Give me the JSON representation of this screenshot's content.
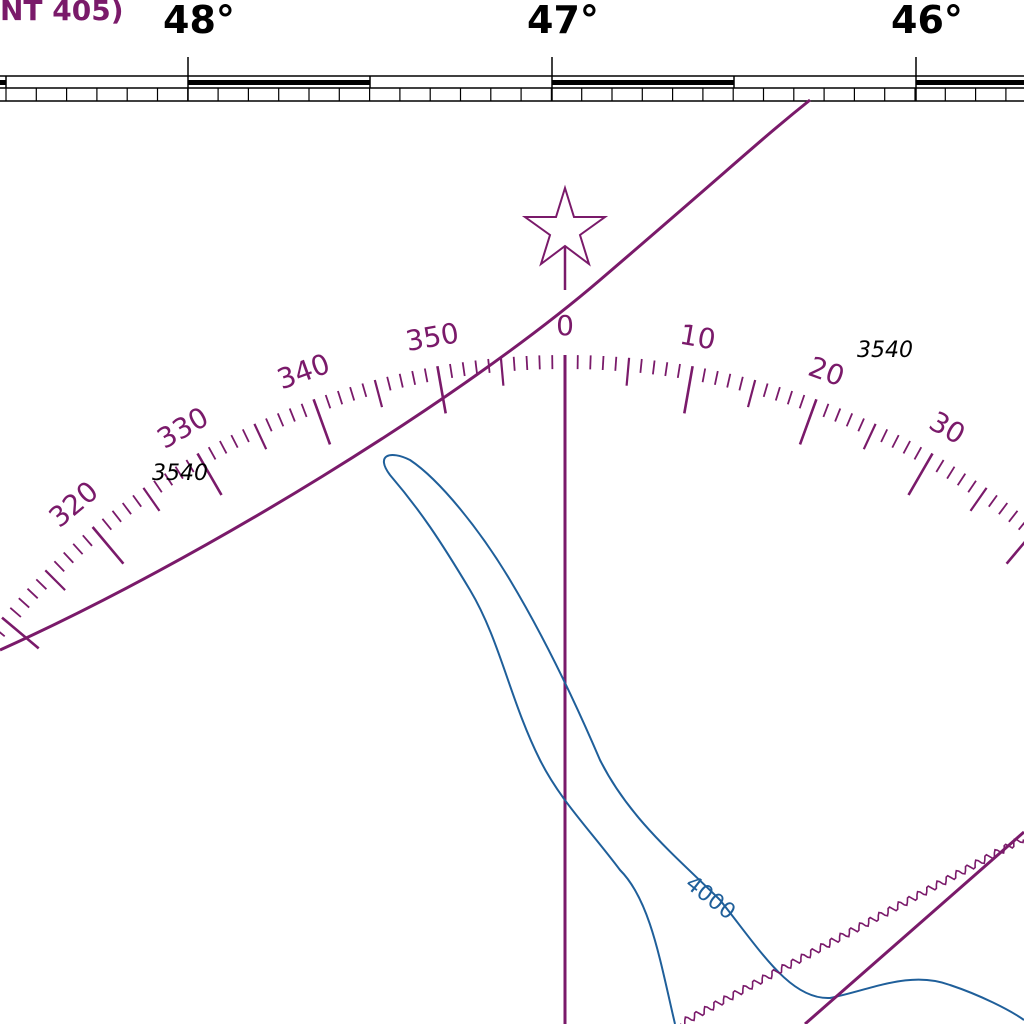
{
  "chart": {
    "title_fragment": "NT 405)",
    "colors": {
      "magenta": "#7a1a6a",
      "black": "#000000",
      "contour": "#1f5f9a",
      "background": "#ffffff"
    }
  },
  "longitude_labels": [
    "48°",
    "47°",
    "46°"
  ],
  "compass_rose": {
    "labels": [
      "320",
      "330",
      "340",
      "350",
      "0",
      "10",
      "20",
      "30"
    ]
  },
  "soundings": [
    "3540",
    "3540"
  ],
  "contour": {
    "label": "4000"
  },
  "icons": {
    "star": "star-icon",
    "arrow": "north-arrow-icon"
  }
}
